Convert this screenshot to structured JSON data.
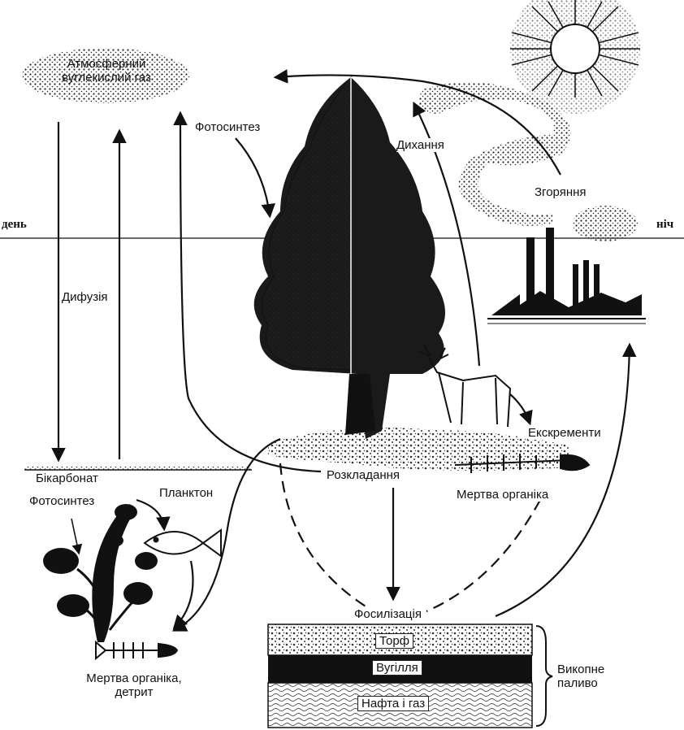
{
  "day_label": "день",
  "night_label": "ніч",
  "atmosphere": {
    "line1": "Атмосферний",
    "line2": "вуглекислий газ"
  },
  "photosynthesis_land": "Фотосинтез",
  "respiration": "Дихання",
  "combustion": "Згоряння",
  "diffusion": "Дифузія",
  "excrement": "Екскременти",
  "decomposition": "Розкладання",
  "dead_organic": "Мертва органіка",
  "bicarbonate": "Бікарбонат",
  "photosynthesis_water": "Фотосинтез",
  "plankton": "Планктон",
  "dead_organic_detritus": {
    "line1": "Мертва органіка,",
    "line2": "детрит"
  },
  "fossilization": "Фосилізація",
  "layers": {
    "peat": "Торф",
    "coal": "Вугілля",
    "oil_gas": "Нафта і газ"
  },
  "fossil_fuel": {
    "line1": "Викопне",
    "line2": "паливо"
  }
}
